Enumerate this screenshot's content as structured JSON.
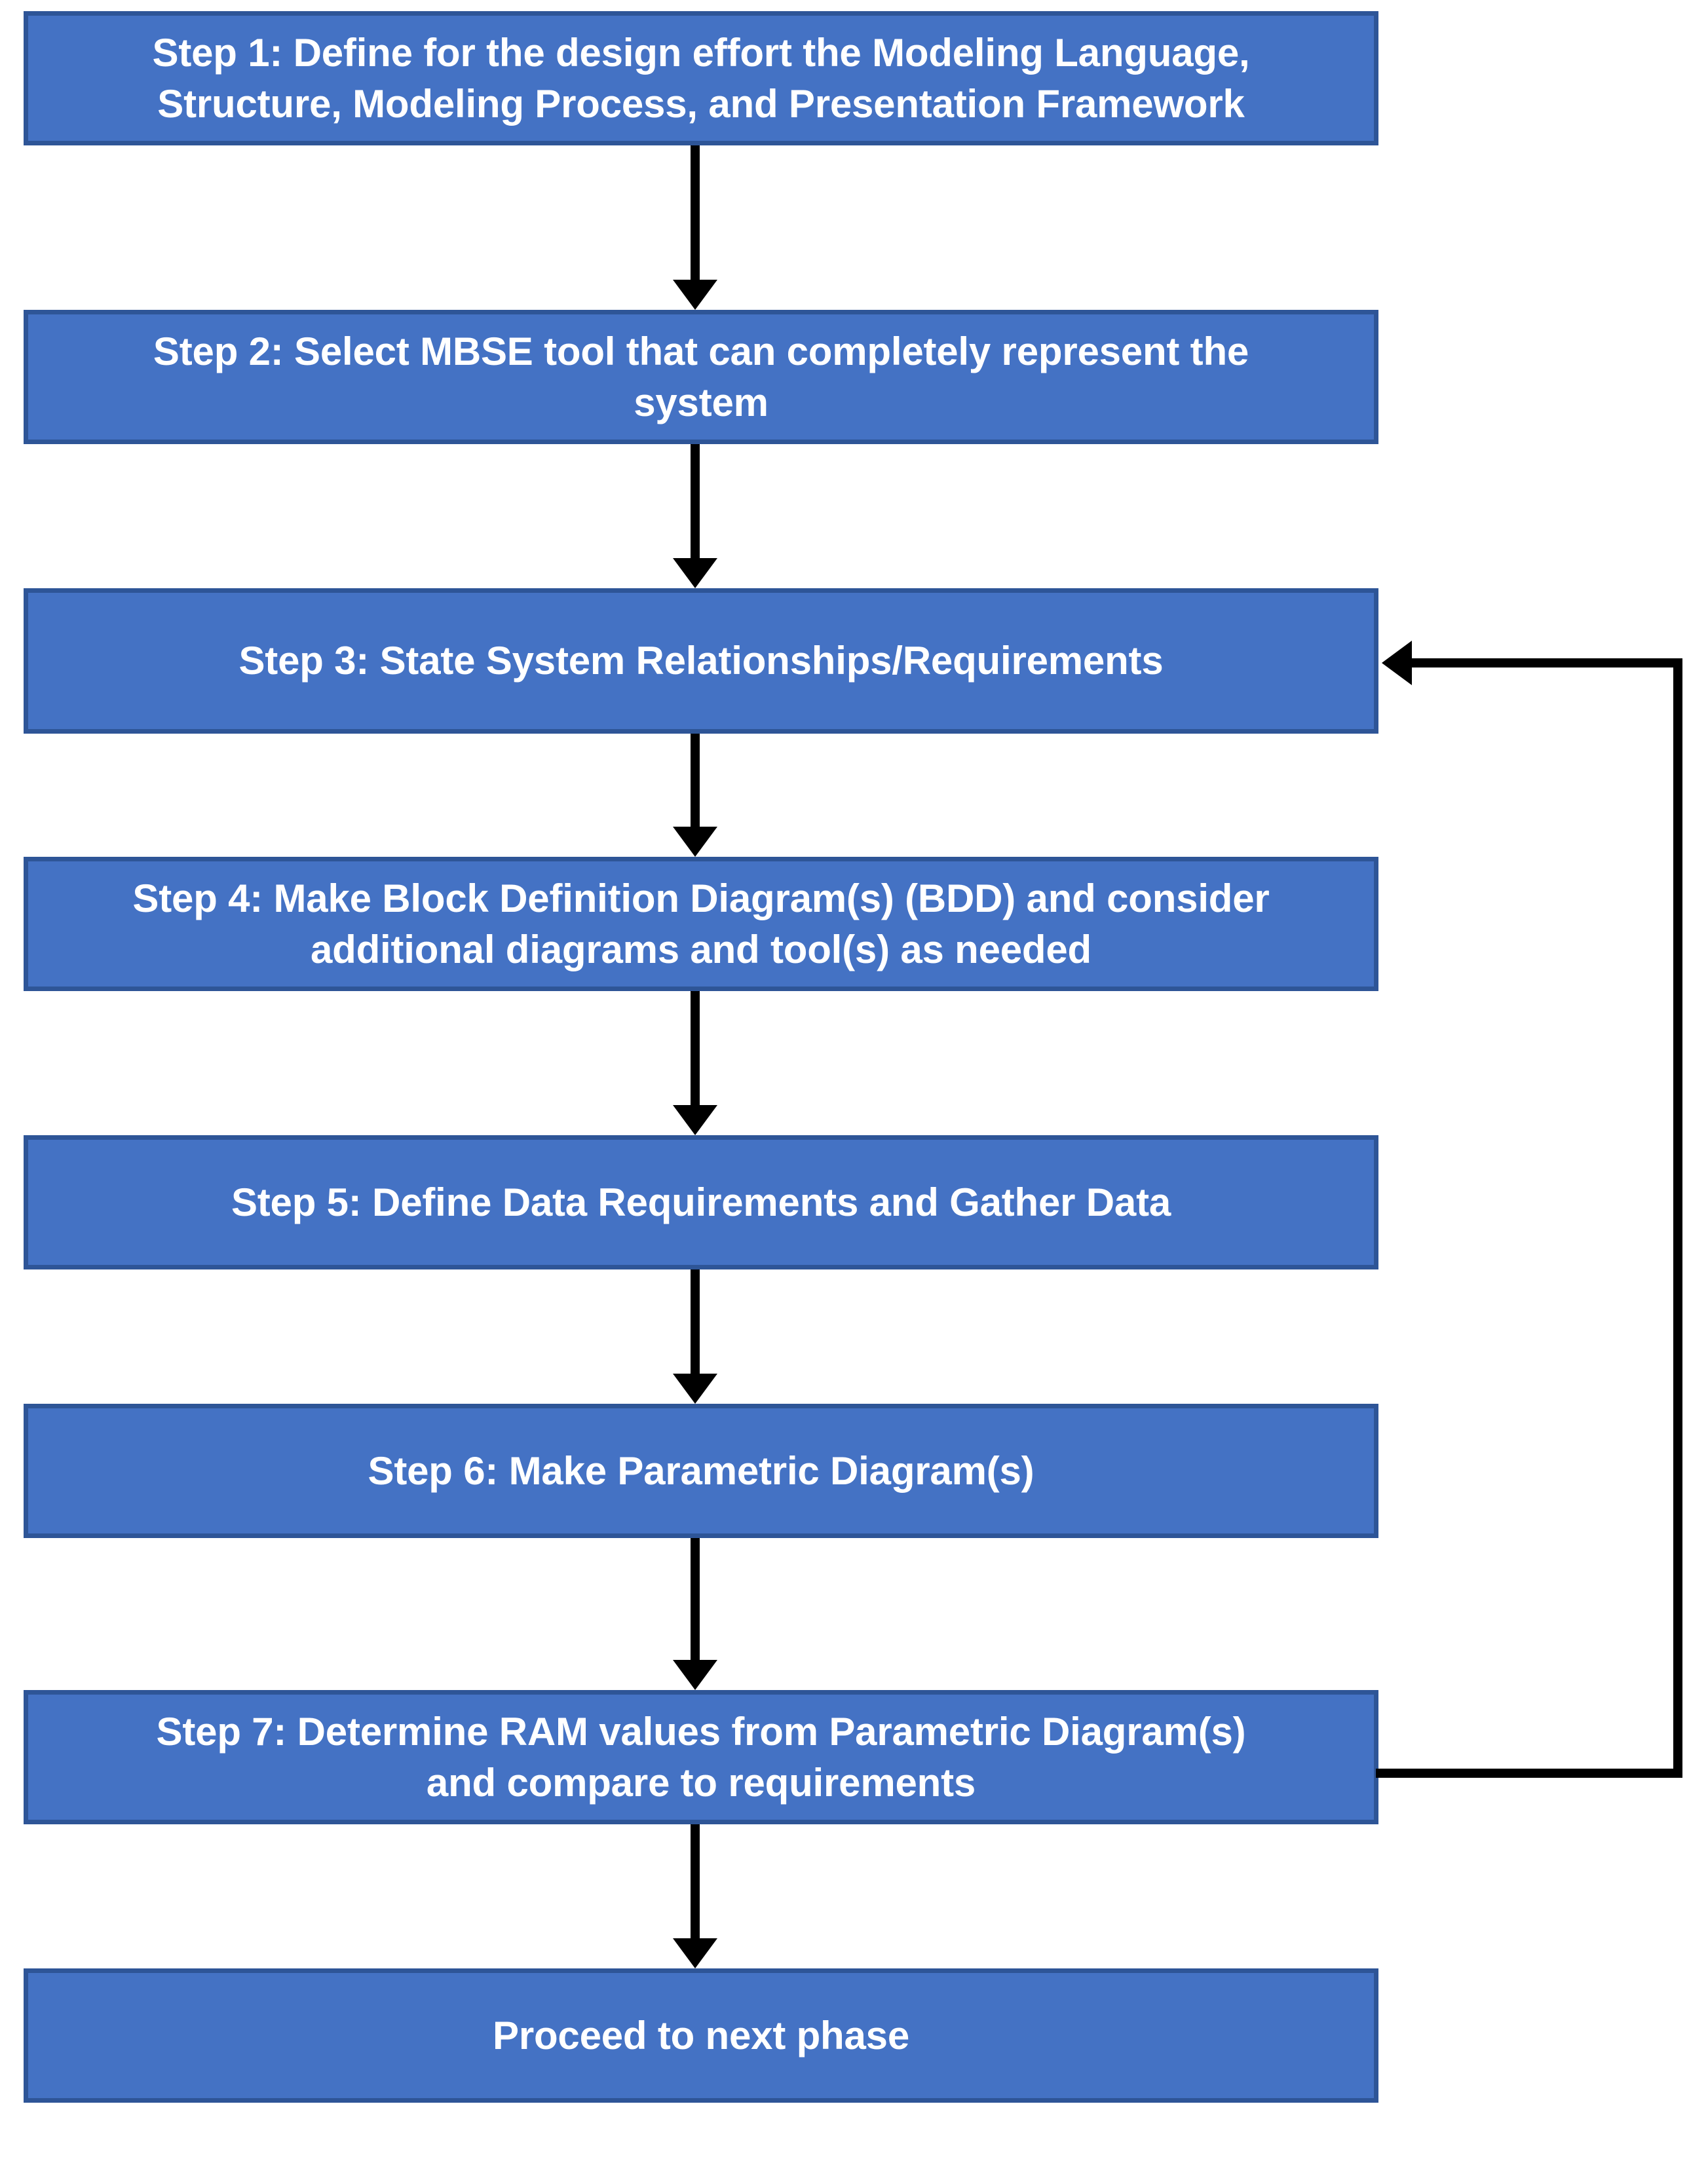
{
  "diagram": {
    "type": "flowchart",
    "orientation": "vertical",
    "title": "MBSE RAM Modeling Process Flowchart",
    "background_color": "#FFFFFF",
    "box_fill_color": "#4472C4",
    "box_border_color": "#2E5597",
    "box_text_color": "#FFFFFF",
    "connector_color": "#000000",
    "nodes": [
      {
        "id": "step-1",
        "label": "Step 1: Define for the design effort the Modeling Language,\nStructure, Modeling Process, and Presentation Framework"
      },
      {
        "id": "step-2",
        "label": "Step 2: Select MBSE tool that can completely represent the\nsystem"
      },
      {
        "id": "step-3",
        "label": "Step 3: State System Relationships/Requirements"
      },
      {
        "id": "step-4",
        "label": "Step 4: Make Block Definition Diagram(s) (BDD) and consider\nadditional diagrams and tool(s) as needed"
      },
      {
        "id": "step-5",
        "label": "Step 5: Define Data Requirements and Gather Data"
      },
      {
        "id": "step-6",
        "label": "Step 6: Make Parametric Diagram(s)"
      },
      {
        "id": "step-7",
        "label": "Step 7: Determine RAM values from Parametric Diagram(s)\nand compare to requirements"
      },
      {
        "id": "proceed",
        "label": "Proceed to next phase"
      }
    ],
    "connectors": [
      {
        "id": "c1",
        "from": "step-1",
        "to": "step-2",
        "kind": "arrow-down"
      },
      {
        "id": "c2",
        "from": "step-2",
        "to": "step-3",
        "kind": "arrow-down"
      },
      {
        "id": "c3",
        "from": "step-3",
        "to": "step-4",
        "kind": "arrow-down"
      },
      {
        "id": "c4",
        "from": "step-4",
        "to": "step-5",
        "kind": "arrow-down"
      },
      {
        "id": "c5",
        "from": "step-5",
        "to": "step-6",
        "kind": "arrow-down"
      },
      {
        "id": "c6",
        "from": "step-6",
        "to": "step-7",
        "kind": "arrow-down"
      },
      {
        "id": "c7",
        "from": "step-7",
        "to": "proceed",
        "kind": "arrow-down"
      },
      {
        "id": "c8",
        "from": "step-7",
        "to": "step-3",
        "kind": "feedback-loop-right"
      }
    ]
  }
}
